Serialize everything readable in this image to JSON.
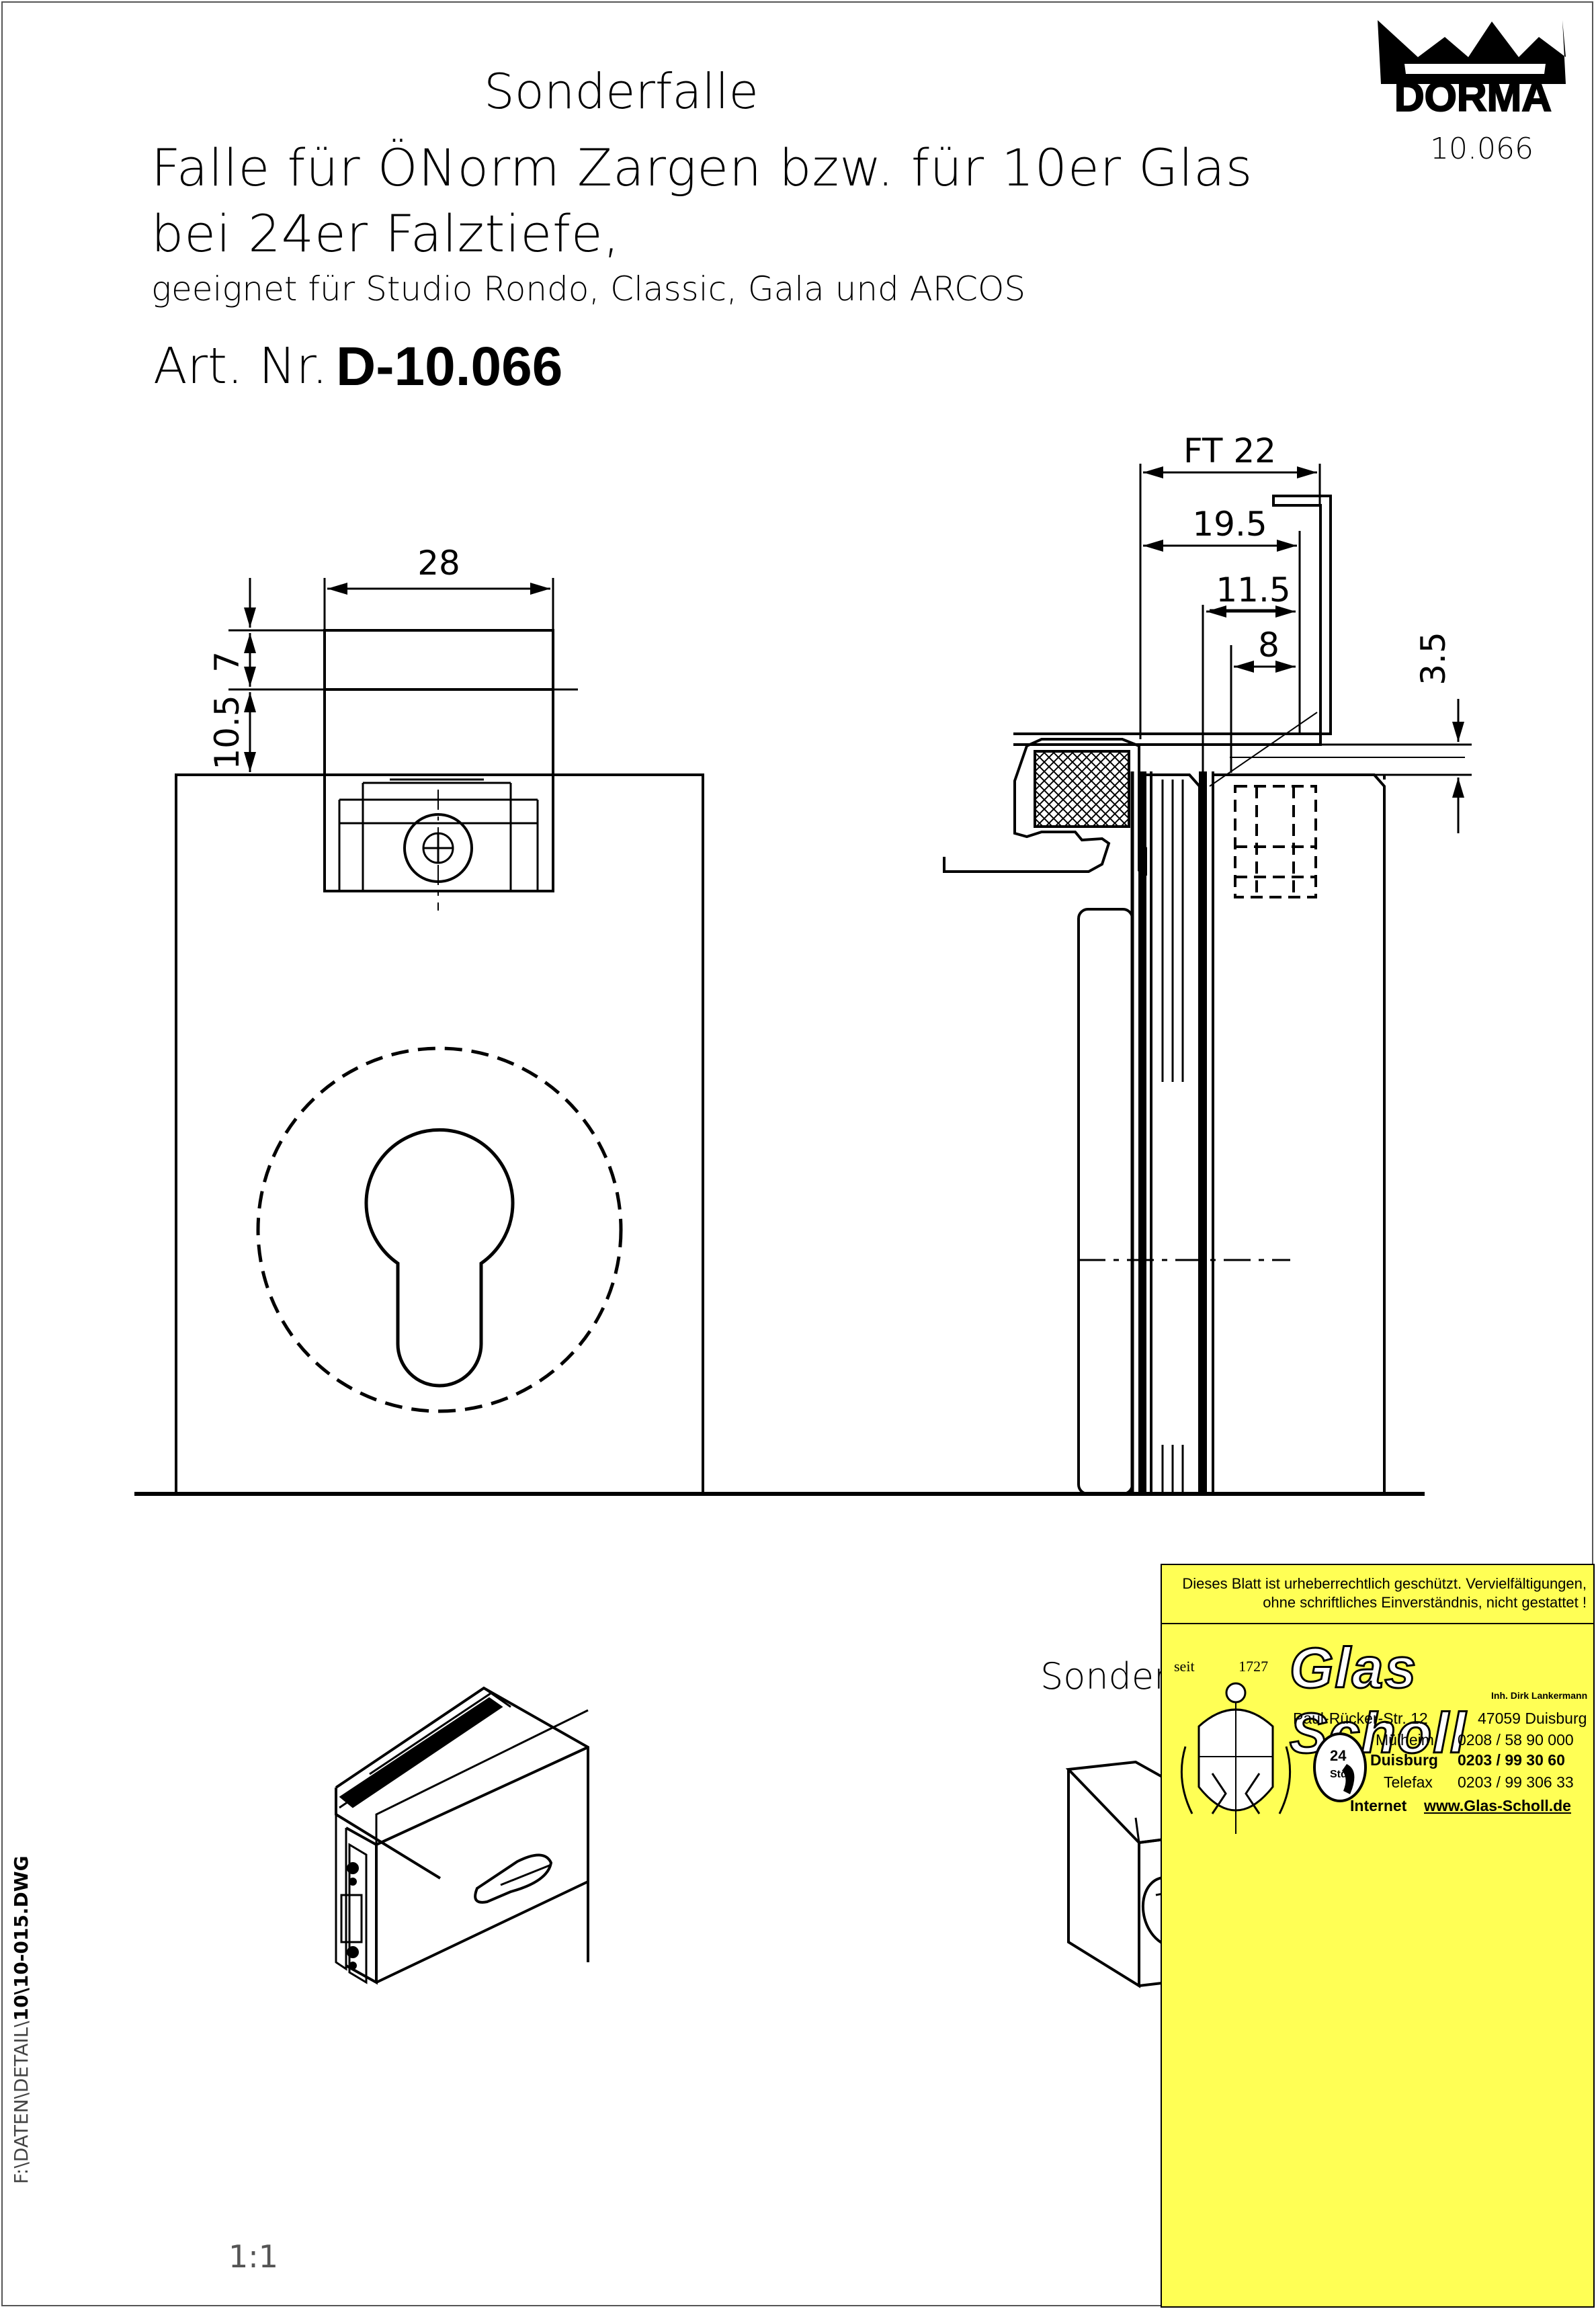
{
  "title": {
    "line1": "Sonderfalle",
    "line2": "Falle für ÖNorm Zargen bzw. für 10er Glas",
    "line3": "bei 24er Falztiefe,",
    "subtitle": "geeignet für Studio Rondo, Classic, Gala und ARCOS",
    "article_label": "Art. Nr.",
    "article_number": "D-10.066"
  },
  "logo": {
    "brand": "DORMA",
    "number": "10.066"
  },
  "dimensions": {
    "width_28": "28",
    "height_7": "7",
    "height_10_5": "10.5",
    "ft_22": "FT 22",
    "d_19_5": "19.5",
    "d_11_5": "11.5",
    "d_8": "8",
    "d_3_5": "3.5"
  },
  "iso_label": "Sonderfalle",
  "scale": "1:1",
  "file_path": {
    "prefix": "F:\\DATEN\\DETAIL\\",
    "file": "10\\10-015.DWG"
  },
  "stamp": {
    "notice_line1": "Dieses Blatt ist urheberrechtlich geschützt. Vervielfältigungen,",
    "notice_line2": "ohne schriftliches Einverständnis, nicht gestattet !",
    "brand": "Glas Scholl",
    "owner": "Inh. Dirk Lankermann",
    "since_left": "seit",
    "since_year": "1727",
    "street": "Paul-Rücker-Str. 12",
    "city": "47059 Duisburg",
    "muelheim_label": "Mülheim",
    "muelheim_phone": "0208 / 58 90 000",
    "duisburg_label": "Duisburg",
    "duisburg_phone": "0203 / 99 30 60",
    "telefax_label": "Telefax",
    "telefax_phone": "0203 / 99 306 33",
    "internet_label": "Internet",
    "internet_url": "www.Glas-Scholl.de",
    "badge_24": "24",
    "badge_std": "Std"
  },
  "colors": {
    "stamp_background": "#ffff55",
    "line": "#000000"
  }
}
